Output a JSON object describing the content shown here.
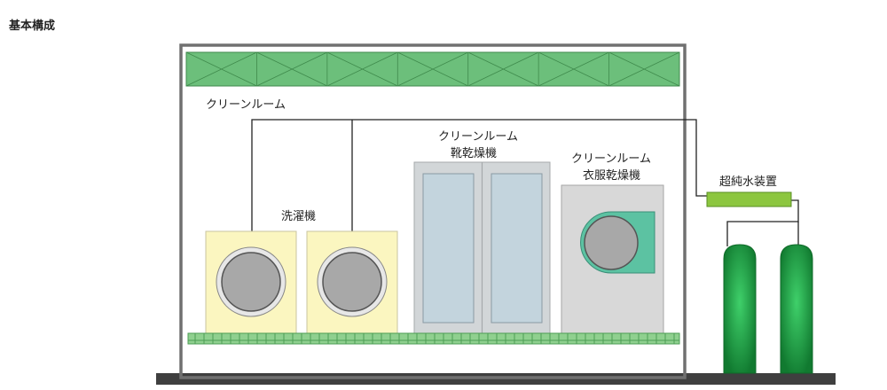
{
  "heading": "基本構成",
  "labels": {
    "cleanroom": "クリーンルーム",
    "washer": "洗濯機",
    "shoe_dryer_1": "クリーンルーム",
    "shoe_dryer_2": "靴乾燥機",
    "clothes_dryer_1": "クリーンルーム",
    "clothes_dryer_2": "衣服乾燥機",
    "ultrapure": "超純水装置"
  },
  "colors": {
    "room_frame": "#707070",
    "filter_green": "#6cbf7b",
    "washer_body": "#fbf6c0",
    "drum_gray": "#a8a8a8",
    "cabinet_gray": "#d2d6d8",
    "door_blue": "#c3d4dd",
    "dryer_teal": "#5cc2a2",
    "water_unit_green": "#8cc63f",
    "tank_green": "#1a8a3a",
    "floor_dark": "#3f3f3f"
  },
  "filter_segments": 7
}
